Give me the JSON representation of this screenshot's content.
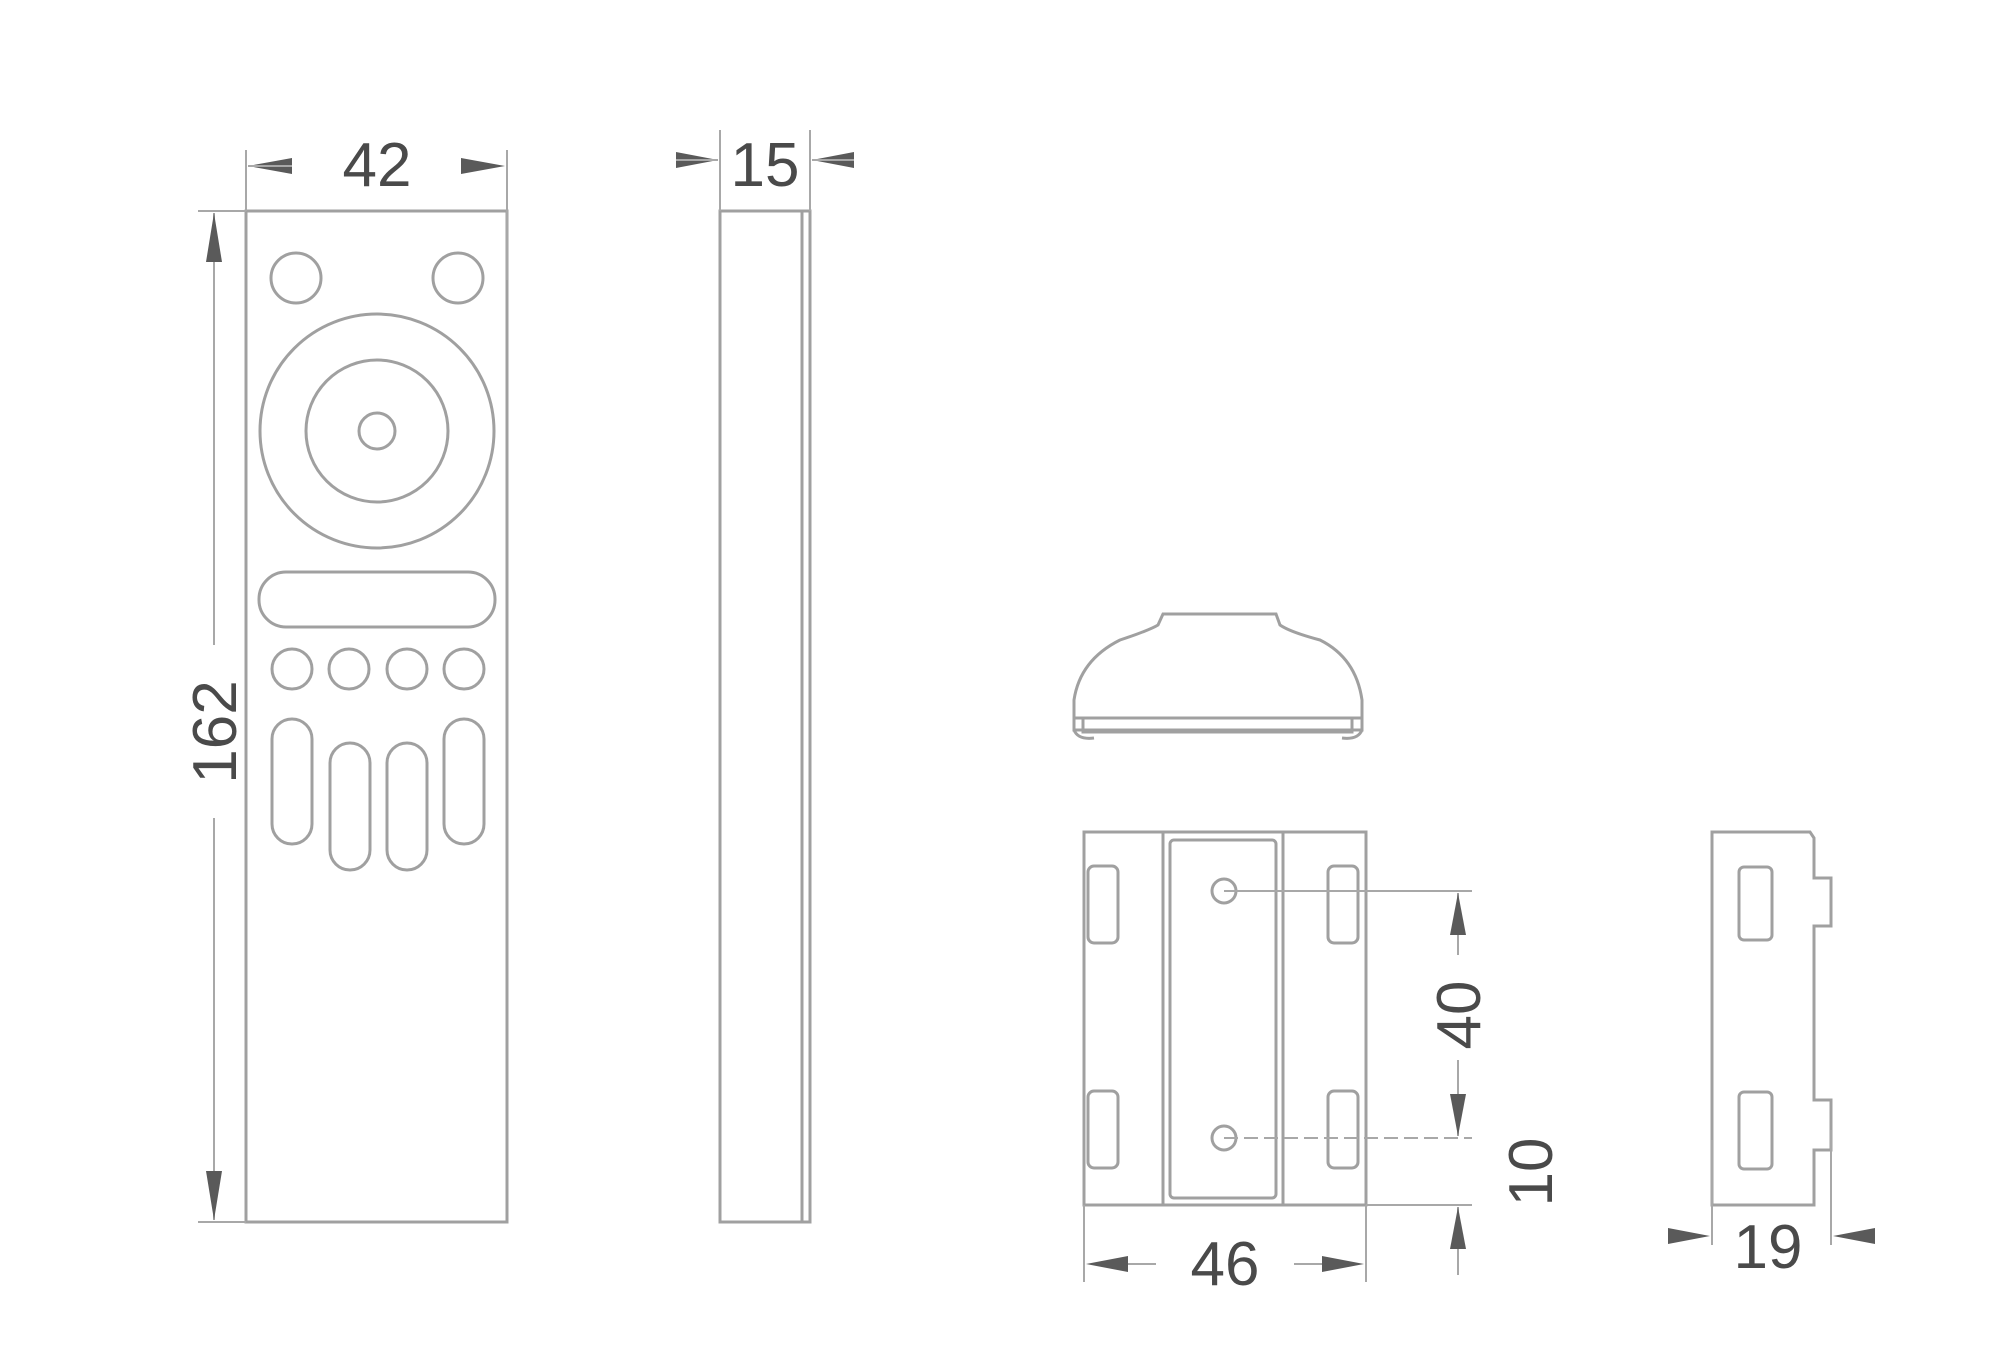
{
  "drawing": {
    "type": "dimensioned technical drawing",
    "subject": "remote control and wall holder"
  },
  "views": {
    "remote_front": {
      "width_label": "42",
      "height_label": "162",
      "buttons": {
        "top_small_circles": 2,
        "central_ring_wheel": 1,
        "center_button": 1,
        "wide_pill_button": 1,
        "row_small_circles": 4,
        "vertical_pill_buttons": 4
      }
    },
    "remote_side": {
      "thickness_label": "15"
    },
    "holder_top": {
      "label": ""
    },
    "holder_front": {
      "width_label": "46",
      "hole_spacing_label": "40",
      "bottom_offset_label": "10",
      "screw_holes": 2,
      "slots": 4
    },
    "holder_side": {
      "depth_label": "19",
      "slots": 2
    }
  },
  "units": "mm",
  "colors": {
    "line": "#9a9a9a",
    "arrow": "#5a5a5a",
    "text": "#4a4a4a",
    "background": "#ffffff"
  }
}
